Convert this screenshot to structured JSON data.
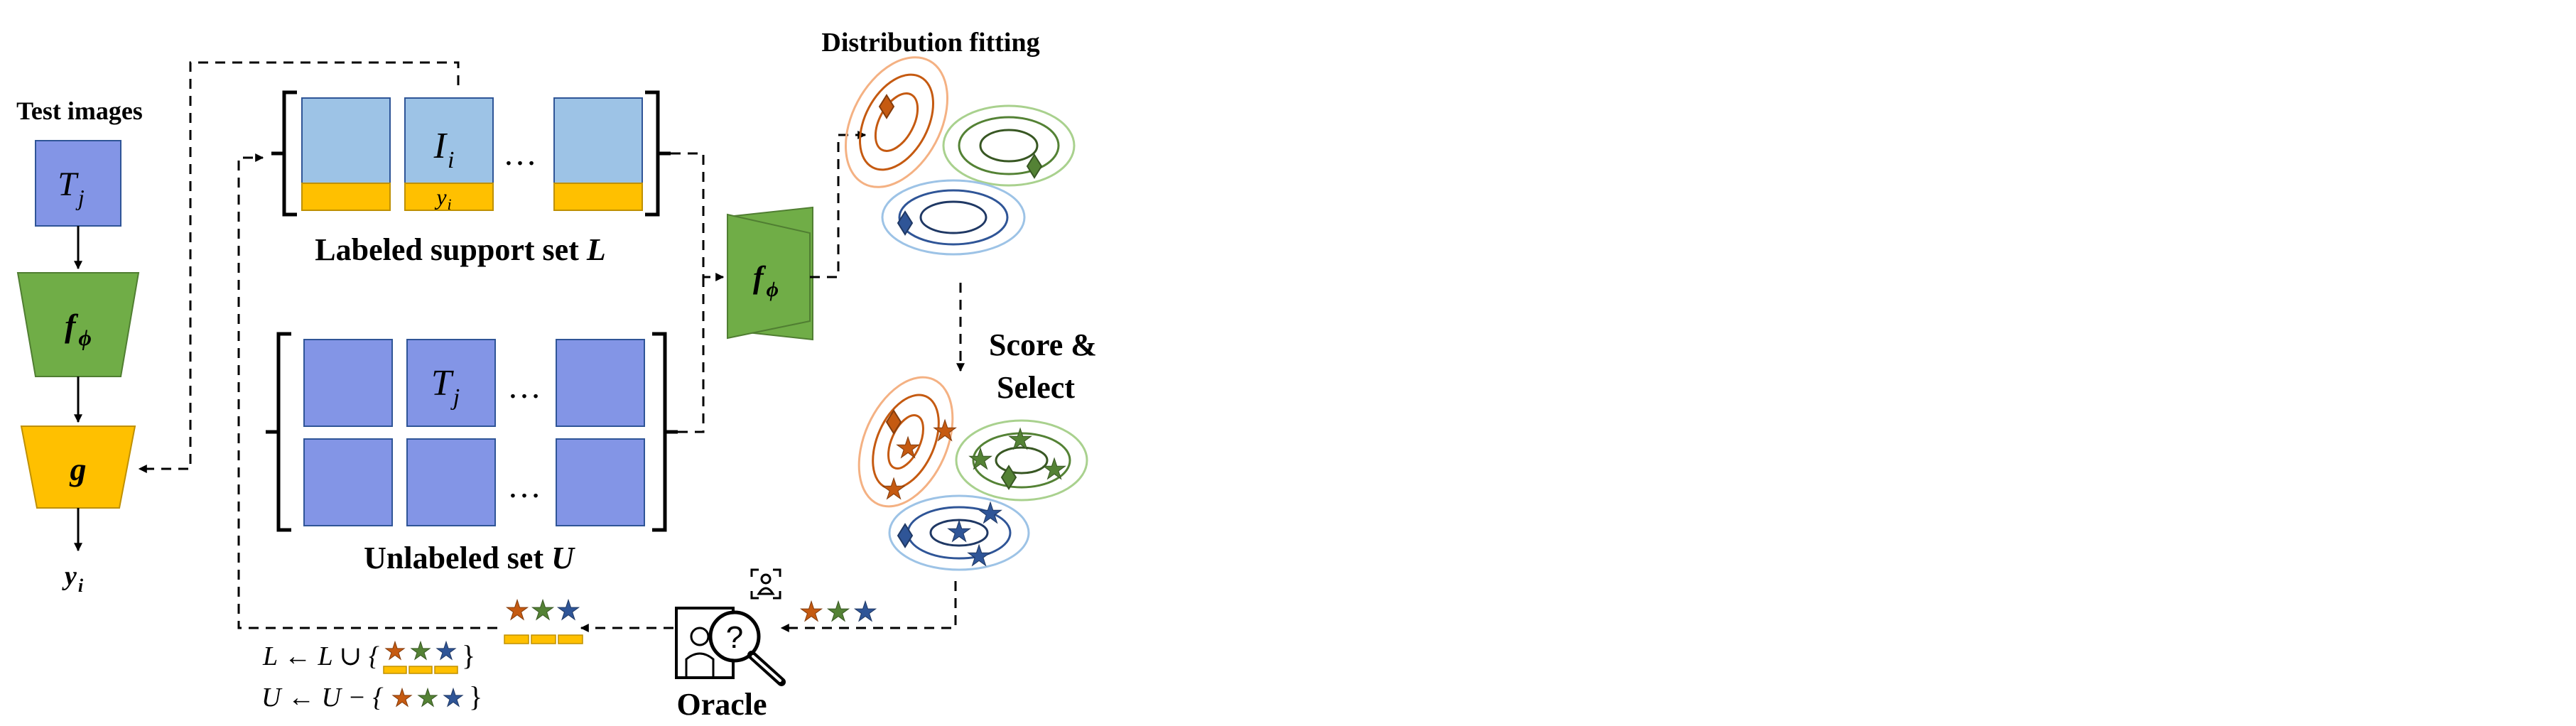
{
  "labels": {
    "test_images": "Test images",
    "distribution_fitting": "Distribution fitting",
    "labeled_set": "Labeled support set ",
    "labeled_set_var": "L",
    "unlabeled_set": "Unlabeled set ",
    "unlabeled_set_var": "U",
    "score_line1": "Score &",
    "score_line2": "Select",
    "oracle": "Oracle",
    "ellipsis": "…"
  },
  "math": {
    "T": "T",
    "j": "j",
    "I": "I",
    "i": "i",
    "y": "y",
    "f": "f",
    "phi": "ϕ",
    "g": "g",
    "eq1_lhs": "L ← L ∪ {",
    "eq2_lhs": "U ← U − {",
    "brace_close": "}",
    "star": "★",
    "person": "♟",
    "question": "?"
  },
  "colors": {
    "test_image_blue": "#8395e6",
    "labeled_blue": "#9dc3e6",
    "label_gold": "#ffc000",
    "network_green": "#70ad47",
    "head_gold": "#ffc000",
    "orange": "#c55a11",
    "green": "#548235",
    "blue": "#2f5597",
    "orange_light": "#f4b183",
    "green_light": "#a9d18e",
    "blue_light": "#9dc3e6"
  }
}
